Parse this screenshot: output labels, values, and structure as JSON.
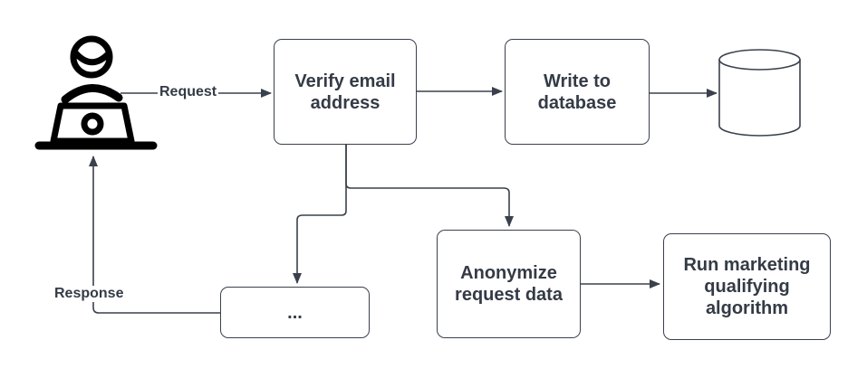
{
  "canvas": {
    "background": "#ffffff",
    "line_color": "#3A414C",
    "node_border_color": "#3A414C",
    "node_fill": "#ffffff",
    "text_color": "#343B46",
    "icon_color": "#000000"
  },
  "nodes": {
    "user": {
      "icon": "person-at-laptop-icon"
    },
    "verify": {
      "label": "Verify email address"
    },
    "write": {
      "label": "Write to database"
    },
    "database": {
      "icon": "database-cylinder-icon"
    },
    "placeholder": {
      "label": "..."
    },
    "anonymize": {
      "label": "Anonymize request data"
    },
    "algorithm": {
      "label": "Run marketing qualifying algorithm"
    }
  },
  "edges": {
    "request": {
      "from": "user",
      "to": "verify",
      "label": "Request"
    },
    "verify_to_write": {
      "from": "verify",
      "to": "write"
    },
    "write_to_database": {
      "from": "write",
      "to": "database"
    },
    "verify_to_placeholder": {
      "from": "verify",
      "to": "placeholder"
    },
    "verify_to_anonymize": {
      "from": "verify",
      "to": "anonymize"
    },
    "anonymize_to_algorithm": {
      "from": "anonymize",
      "to": "algorithm"
    },
    "response": {
      "from": "placeholder",
      "to": "user",
      "label": "Response"
    }
  }
}
